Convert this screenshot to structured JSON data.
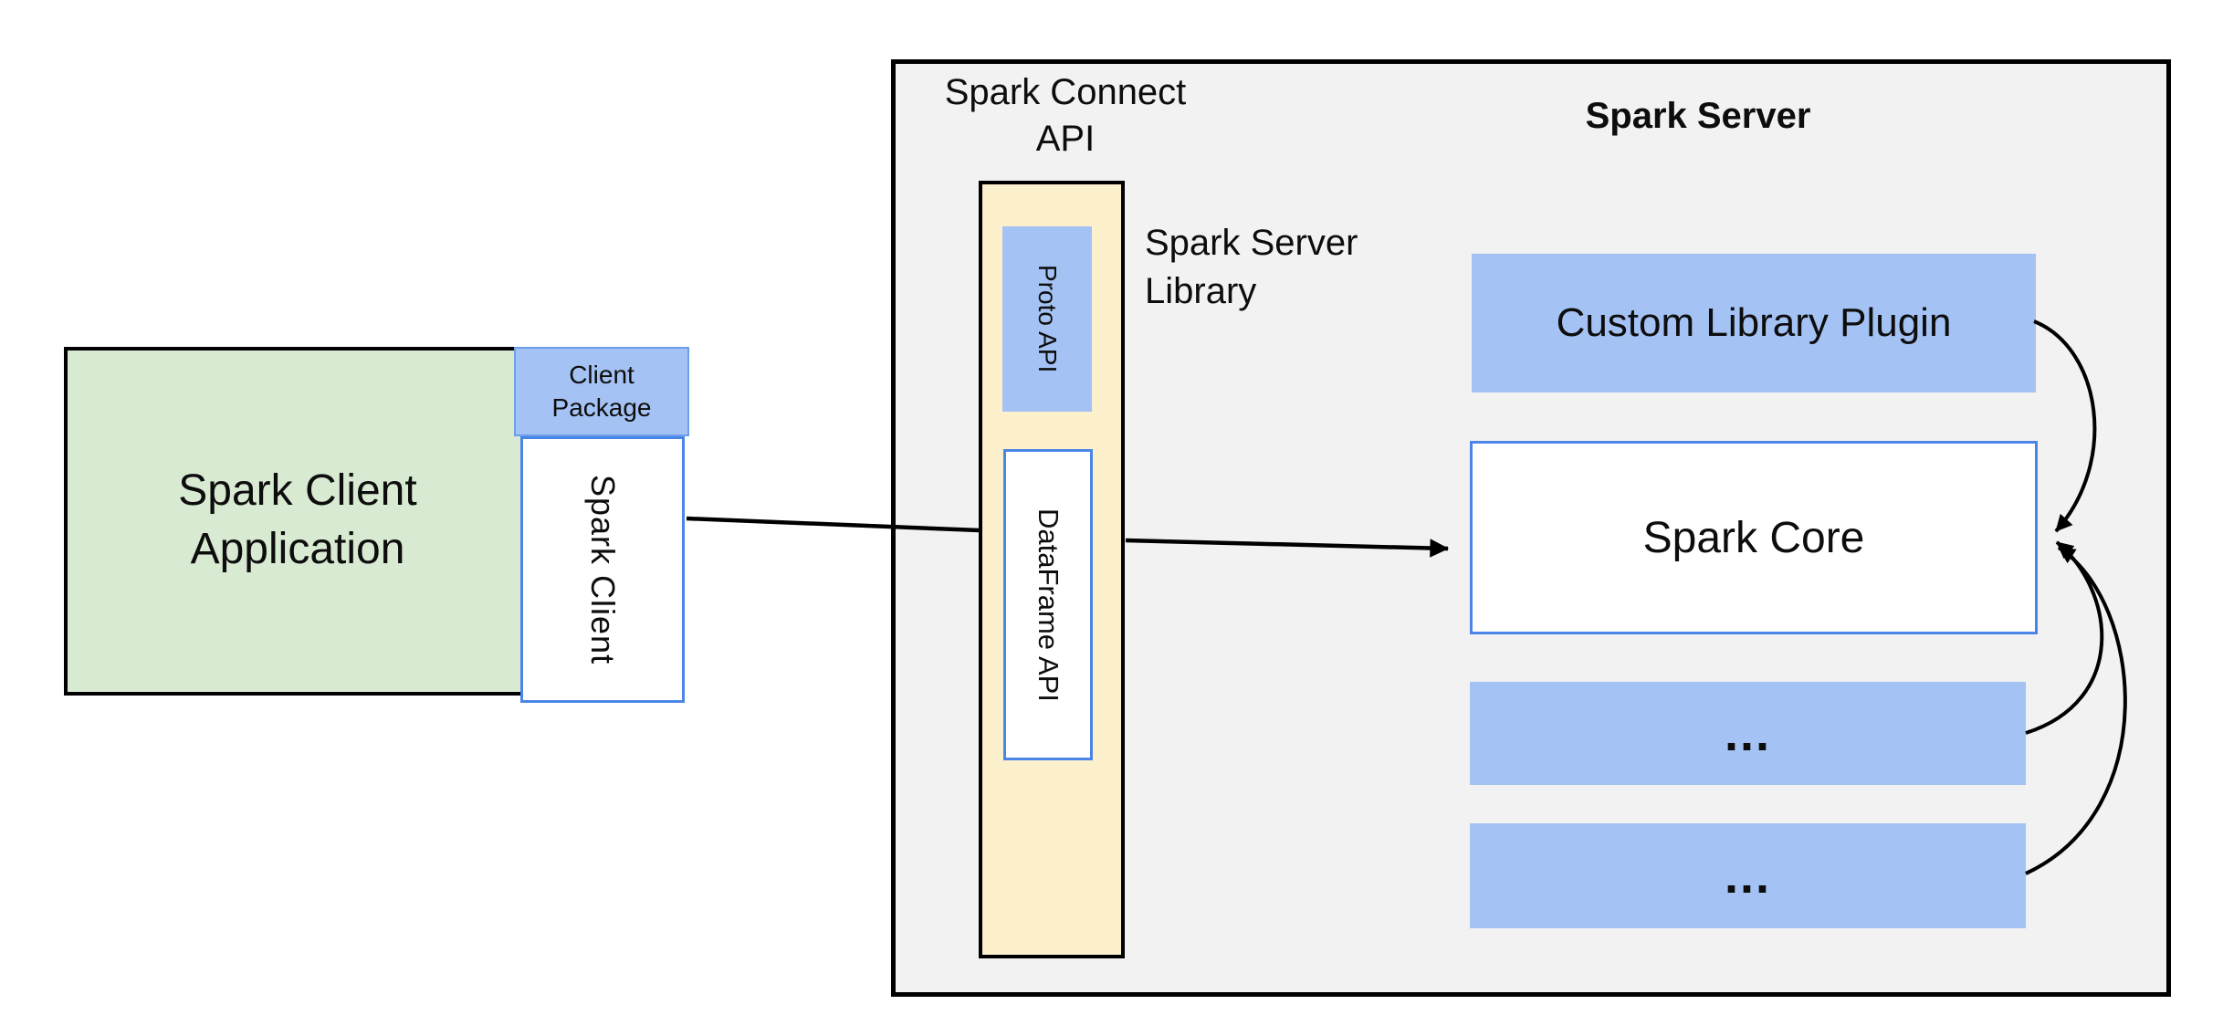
{
  "diagram": {
    "client": {
      "application_label": "Spark Client\nApplication",
      "package_label": "Client\nPackage",
      "client_label": "Spark Client"
    },
    "connect_api": {
      "title": "Spark Connect\nAPI",
      "proto_label": "Proto API",
      "dataframe_label": "DataFrame API",
      "library_label": "Spark Server\nLibrary"
    },
    "server": {
      "title": "Spark Server",
      "plugin_label": "Custom Library Plugin",
      "core_label": "Spark Core",
      "more_label_1": "...",
      "more_label_2": "..."
    },
    "edges": [
      {
        "from": "spark-client",
        "to": "spark-connect-api",
        "arrowhead": false
      },
      {
        "from": "spark-connect-api",
        "to": "spark-core",
        "arrowhead": true
      },
      {
        "from": "custom-library-plugin",
        "to": "spark-core",
        "arrowhead": true
      },
      {
        "from": "more-box-1",
        "to": "spark-core",
        "arrowhead": true
      },
      {
        "from": "more-box-2",
        "to": "spark-core",
        "arrowhead": true
      }
    ],
    "colors": {
      "client_fill": "#d9ead3",
      "accent_blue_fill": "#a4c2f4",
      "api_fill": "#fdf0cc",
      "server_fill": "#f2f2f2",
      "blue_border": "#4a86e8",
      "package_border": "#6d9eeb",
      "outline": "#000000",
      "connector": "#000000"
    }
  }
}
